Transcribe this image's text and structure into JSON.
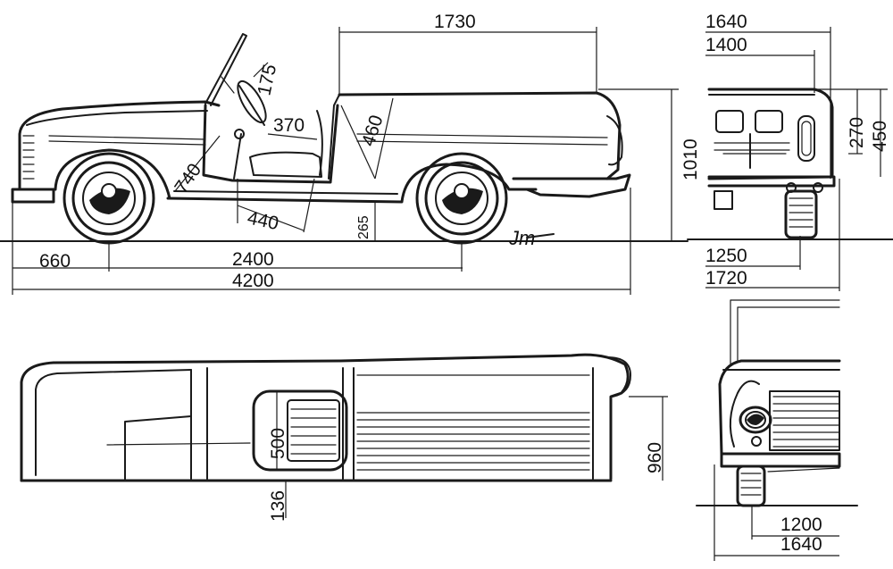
{
  "drawing": {
    "dimensions": {
      "side_body_length": "1730",
      "side_seat_depth": "370",
      "side_seatback": "460",
      "side_steering": "175",
      "side_front_seat": "740",
      "side_floor": "440",
      "side_clearance": "265",
      "side_height": "1010",
      "side_front_overhang": "660",
      "side_wheelbase": "2400",
      "side_overall_length": "4200",
      "rear_width_top": "1640",
      "rear_width_inner": "1400",
      "rear_tailgate_height": "270",
      "rear_body_height": "450",
      "rear_track": "1250",
      "rear_overall_width": "1720",
      "top_opening": "500",
      "top_offset": "136",
      "top_cargo_width": "960",
      "front_track": "1200",
      "front_overall_width": "1640"
    },
    "signature": "Jm"
  }
}
